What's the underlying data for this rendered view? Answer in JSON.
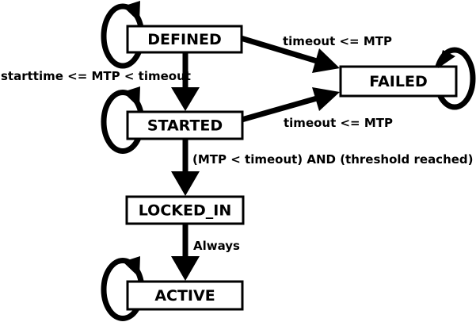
{
  "diagram": {
    "type": "state-machine",
    "background_color": "#ffffff",
    "line_color": "#000000",
    "box_fill_color": "#ffffff",
    "states": [
      {
        "id": "defined",
        "label": "DEFINED",
        "has_self_loop": true
      },
      {
        "id": "started",
        "label": "STARTED",
        "has_self_loop": true
      },
      {
        "id": "failed",
        "label": "FAILED",
        "has_self_loop": true
      },
      {
        "id": "locked_in",
        "label": "LOCKED_IN",
        "has_self_loop": false
      },
      {
        "id": "active",
        "label": "ACTIVE",
        "has_self_loop": true
      }
    ],
    "transitions": [
      {
        "from": "defined",
        "to": "failed",
        "label": "timeout <= MTP"
      },
      {
        "from": "defined",
        "to": "started",
        "label": "starttime <= MTP < timeout"
      },
      {
        "from": "started",
        "to": "failed",
        "label": "timeout <= MTP"
      },
      {
        "from": "started",
        "to": "locked_in",
        "label": "(MTP < timeout) AND (threshold reached)"
      },
      {
        "from": "locked_in",
        "to": "active",
        "label": "Always"
      }
    ]
  }
}
